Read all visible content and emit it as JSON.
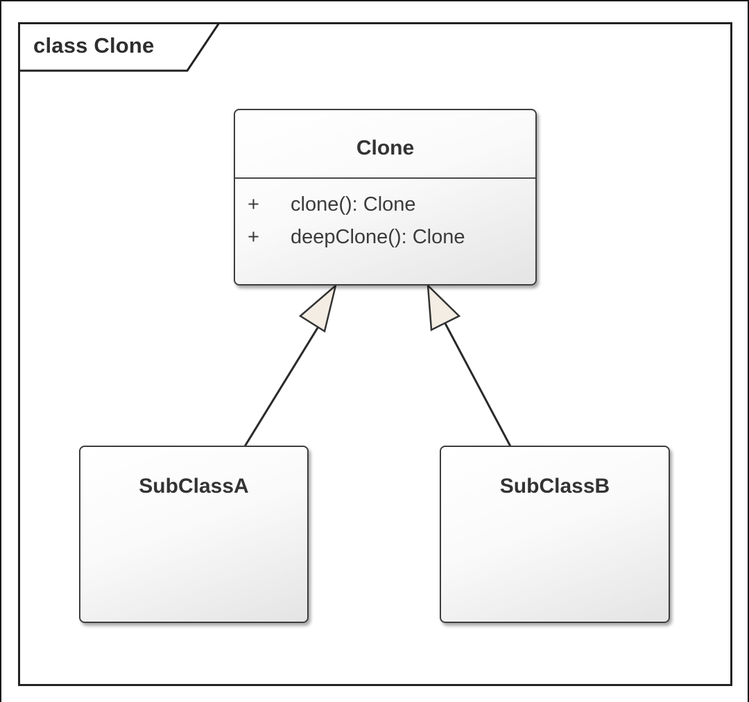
{
  "frame": {
    "title": "class Clone"
  },
  "classes": {
    "clone": {
      "name": "Clone",
      "operations": [
        {
          "visibility": "+",
          "signature": "clone(): Clone"
        },
        {
          "visibility": "+",
          "signature": "deepClone(): Clone"
        }
      ]
    },
    "subclass_a": {
      "name": "SubClassA"
    },
    "subclass_b": {
      "name": "SubClassB"
    }
  },
  "relationships": [
    {
      "type": "generalization",
      "from": "SubClassA",
      "to": "Clone"
    },
    {
      "type": "generalization",
      "from": "SubClassB",
      "to": "Clone"
    }
  ],
  "colors": {
    "line": "#2a2a2a",
    "arrowhead_fill": "#f3ede4",
    "box_border": "#3d3d3d"
  }
}
